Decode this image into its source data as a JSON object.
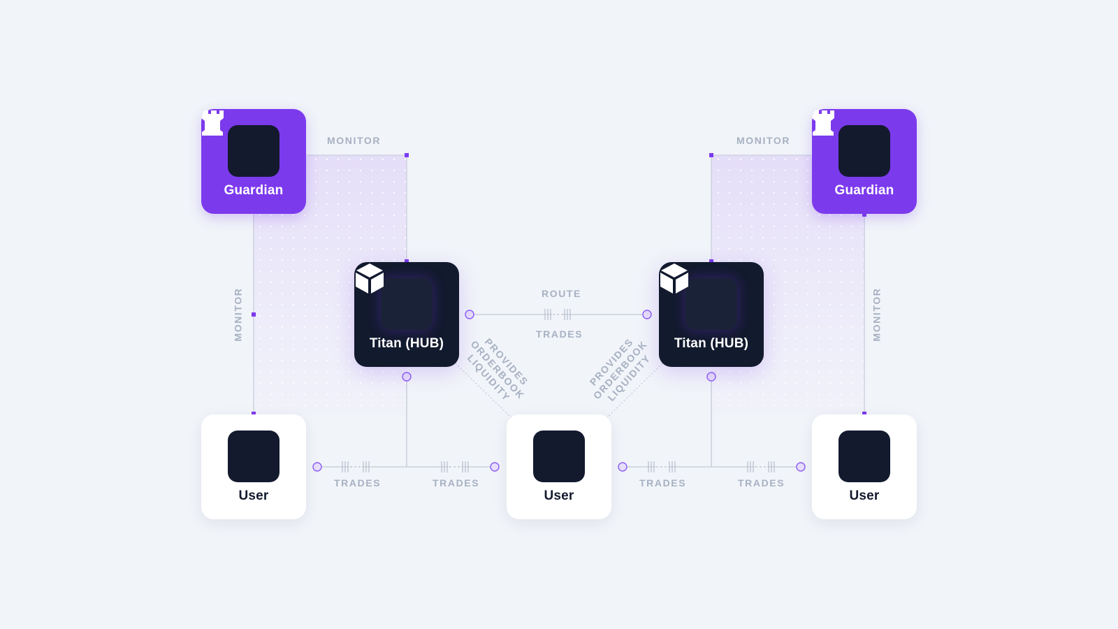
{
  "nodes": {
    "guardian_left": {
      "label": "Guardian",
      "icon": "rook-icon"
    },
    "guardian_right": {
      "label": "Guardian",
      "icon": "rook-icon"
    },
    "hub_left": {
      "label": "Titan (HUB)",
      "icon": "cube-icon"
    },
    "hub_right": {
      "label": "Titan (HUB)",
      "icon": "cube-icon"
    },
    "user_left": {
      "label": "User",
      "icon": "person-icon"
    },
    "user_center": {
      "label": "User",
      "icon": "person-icon"
    },
    "user_right": {
      "label": "User",
      "icon": "person-icon"
    }
  },
  "edges": {
    "monitor_top_left": "MONITOR",
    "monitor_top_right": "MONITOR",
    "monitor_side_left": "MONITOR",
    "monitor_side_right": "MONITOR",
    "route": "ROUTE",
    "trades_hubs": "TRADES",
    "trades_1": "TRADES",
    "trades_2": "TRADES",
    "trades_3": "TRADES",
    "trades_4": "TRADES",
    "liquidity_left": [
      "PROVIDES",
      "ORDERBOOK",
      "LIQUIDITY"
    ],
    "liquidity_right": [
      "PROVIDES",
      "ORDERBOOK",
      "LIQUIDITY"
    ]
  },
  "colors": {
    "background": "#f1f4f9",
    "guardian": "#7c3aed",
    "hub": "#121a2e",
    "user": "#ffffff",
    "accent": "#7c3aed",
    "connector": "#c3c9d6",
    "label": "#a7b1c2"
  }
}
